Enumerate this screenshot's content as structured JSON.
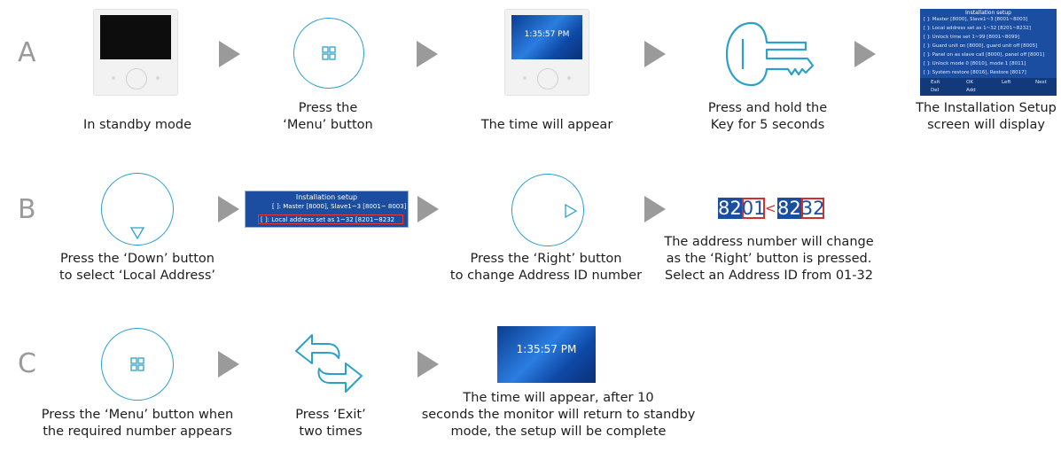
{
  "rows": {
    "a": {
      "letter": "A",
      "captions": {
        "standby": "In standby mode",
        "press_menu_1": "Press the",
        "press_menu_2": "‘Menu’ button",
        "time_appear": "The time will appear",
        "hold_key_1": "Press and hold the",
        "hold_key_2": "Key for 5 seconds",
        "install_1": "The Installation Setup",
        "install_2": "screen will display"
      }
    },
    "b": {
      "letter": "B",
      "captions": {
        "down_1": "Press the ‘Down’ button",
        "down_2": "to select ‘Local Address’",
        "right_1": "Press the ‘Right’ button",
        "right_2": "to change Address ID number",
        "addr_1": "The address number will change",
        "addr_2": "as the ‘Right’ button is pressed.",
        "addr_3": "Select an Address ID  from 01-32"
      }
    },
    "c": {
      "letter": "C",
      "captions": {
        "menu_1": "Press the ‘Menu’ button when",
        "menu_2": "the required number appears",
        "exit_1": "Press ‘Exit’",
        "exit_2": "two times",
        "done_1": "The time will appear, after 10",
        "done_2": "seconds the monitor will return to standby",
        "done_3": "mode, the setup will be complete"
      }
    }
  },
  "screens": {
    "clock_time": "1:35:57 PM",
    "clock_small": "1:35:57 PM",
    "install_title": "Installation setup",
    "install_small_title": "Installation setup",
    "install_small_lines": [
      "[      ]:  Master [8000], Slave1~3 [8001~8003]",
      "[      ]:  Local address set as 1~32 [8201~8232]",
      "[      ]:  Unlock time set 1~99 [8001~8099]",
      "[      ]:  Guard unit on [8000], guard unit off [8005]",
      "[      ]:  Panel on as slave call [8000], panel off [8001]",
      "[      ]:  Unlock mode 0 [8010], mode 1 [8011]",
      "[      ]:  System restore [8016], Restore [8017]"
    ],
    "install_footer": [
      "Exit",
      "OK",
      "Left",
      "Next",
      "Del",
      "Add"
    ],
    "install_line1": "[        ]:  Master [8000], Slave1~3 [8001~ 8003]",
    "install_line2": "[        ]:  Local address set as 1~32 [8201~8232",
    "addr_prefix_1": "82",
    "addr_digits_1": "01",
    "addr_lt": "<",
    "addr_prefix_2": "82",
    "addr_digits_2": "32"
  },
  "colors": {
    "accent": "#2da0c9",
    "arrow": "#9a9a9a",
    "panel_blue": "#1b4ea0",
    "highlight_red": "#d32f2f"
  },
  "icons": {
    "menu": "menu-grid-icon",
    "down": "down-triangle-icon",
    "right": "right-triangle-icon",
    "key": "key-icon",
    "exit": "exit-swap-arrows-icon"
  }
}
